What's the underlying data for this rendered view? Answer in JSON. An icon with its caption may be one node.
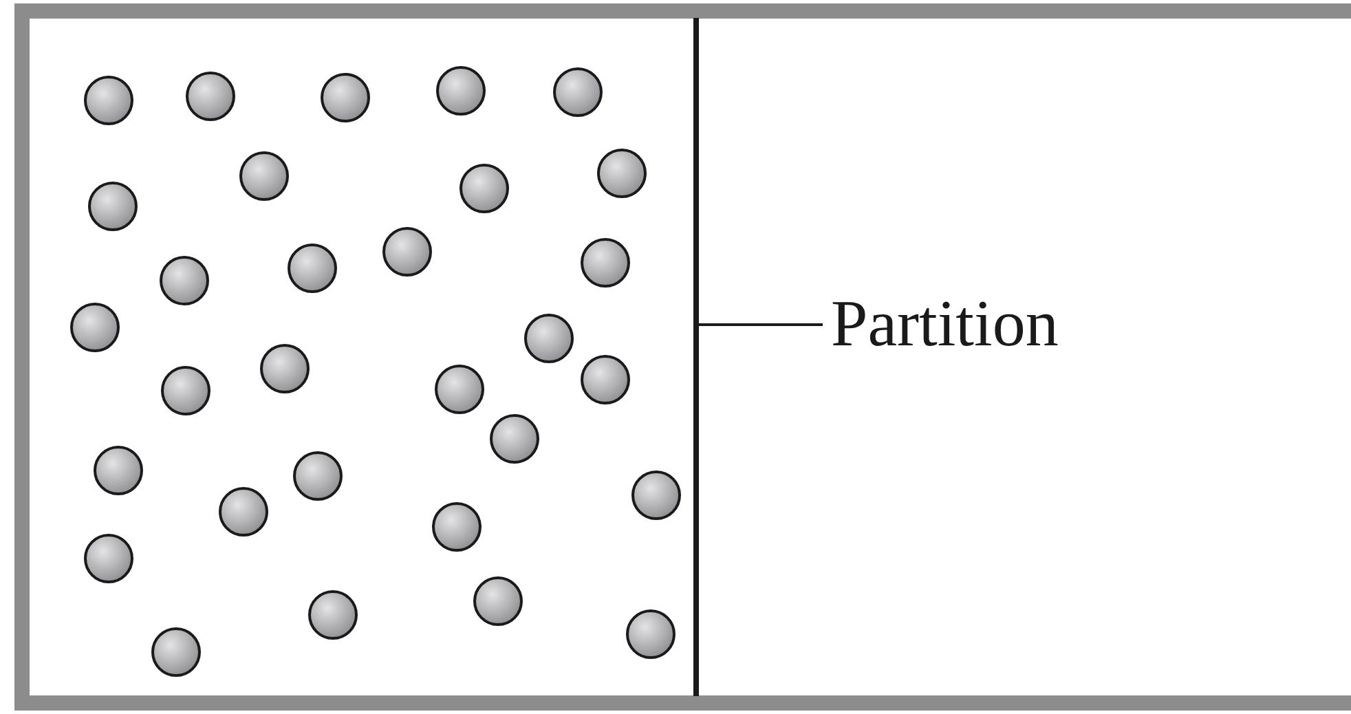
{
  "diagram": {
    "nodes": [
      {
        "text": [
          "Partition"
        ]
      },
      {
        "text": [],
        "shape": "bar"
      }
    ],
    "edges": [
      {
        "from": 0,
        "to": 1,
        "arrow": "none"
      }
    ]
  }
}
